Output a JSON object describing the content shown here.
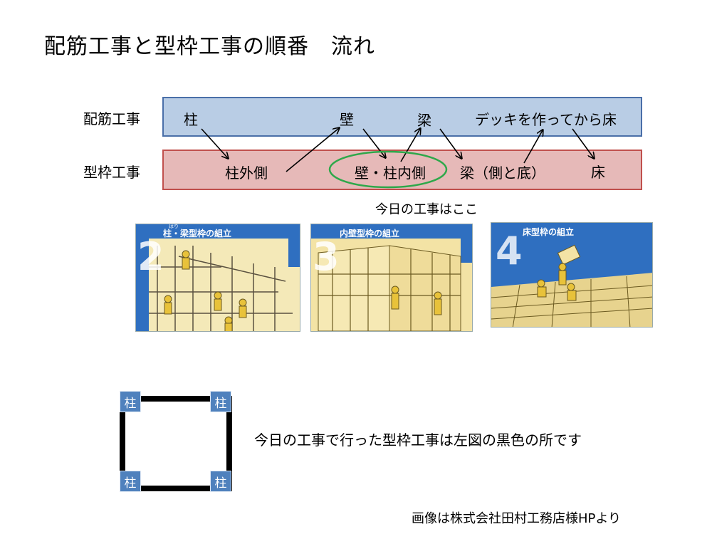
{
  "title": "配筋工事と型枠工事の順番　流れ",
  "rows": {
    "rebar_label": "配筋工事",
    "formwork_label": "型枠工事"
  },
  "rebar_nodes": {
    "column": "柱",
    "wall": "壁",
    "beam": "梁",
    "deck_floor": "デッキを作ってから床"
  },
  "formwork_nodes": {
    "column_outer": "柱外側",
    "wall_column_inner": "壁・柱内側",
    "beam_side_bottom": "梁（側と底）",
    "floor": "床"
  },
  "today_caption": "今日の工事はここ",
  "photos": [
    {
      "number": "2",
      "caption": "柱・梁型枠の組立",
      "ruby": "はり"
    },
    {
      "number": "3",
      "caption": "内壁型枠の組立"
    },
    {
      "number": "4",
      "caption": "床型枠の組立"
    }
  ],
  "plan": {
    "column_label": "柱",
    "description": "今日の工事で行った型枠工事は左図の黒色の所です"
  },
  "credit": "画像は株式会社田村工務店様HPより",
  "colors": {
    "rebar_bar": "#b9cde5",
    "formwork_bar": "#e6b9b8",
    "highlight_ellipse": "#2ea84a",
    "column_badge": "#4f81bd"
  }
}
